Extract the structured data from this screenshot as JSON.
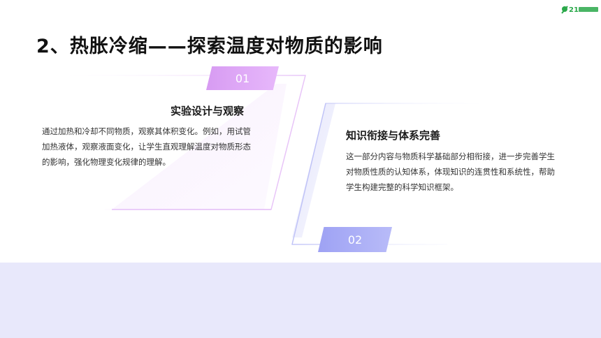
{
  "header": {
    "title": "2、热胀冷缩——探索温度对物质的影响",
    "logo_icon": "21cnjy-logo-icon"
  },
  "cards": [
    {
      "number": "01",
      "title": "实验设计与观察",
      "body": "通过加热和冷却不同物质，观察其体积变化。例如，用试管加热液体，观察液面变化，让学生直观理解温度对物质形态的影响，强化物理变化规律的理解。",
      "accent": "#d79bf2"
    },
    {
      "number": "02",
      "title": "知识衔接与体系完善",
      "body": "这一部分内容与物质科学基础部分相衔接，进一步完善学生对物质性质的认知体系，体现知识的连贯性和系统性，帮助学生构建完整的科学知识框架。",
      "accent": "#9ea2f4"
    }
  ],
  "colors": {
    "background": "#ffffff",
    "bottom_band": "#e8e8fb",
    "title_text": "#111111"
  }
}
